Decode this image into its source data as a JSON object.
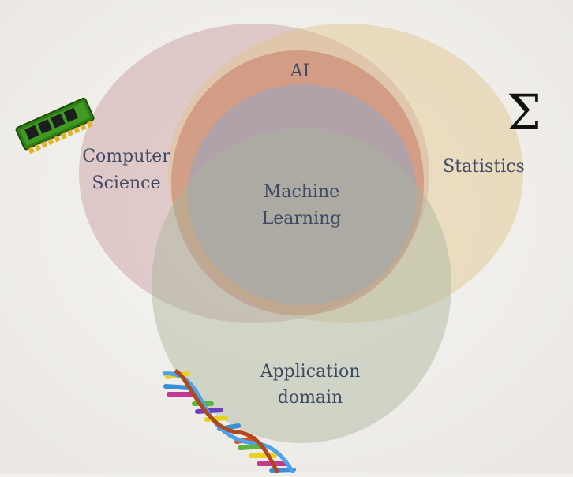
{
  "diagram": {
    "sets": {
      "computer_science": {
        "line1": "Computer",
        "line2": "Science",
        "color": "#c89a9e"
      },
      "statistics": {
        "label": "Statistics",
        "color": "#e0c38a"
      },
      "ai": {
        "label": "AI",
        "color": "#c97b66"
      },
      "machine_learning": {
        "line1": "Machine",
        "line2": "Learning",
        "color": "#a6a3b4"
      },
      "application_domain": {
        "line1": "Application",
        "line2": "domain",
        "color": "#a9b49b"
      }
    },
    "icons": {
      "sigma": "Σ",
      "memory_chip": "memory-chip-icon",
      "dna": "dna-helix-icon"
    }
  }
}
